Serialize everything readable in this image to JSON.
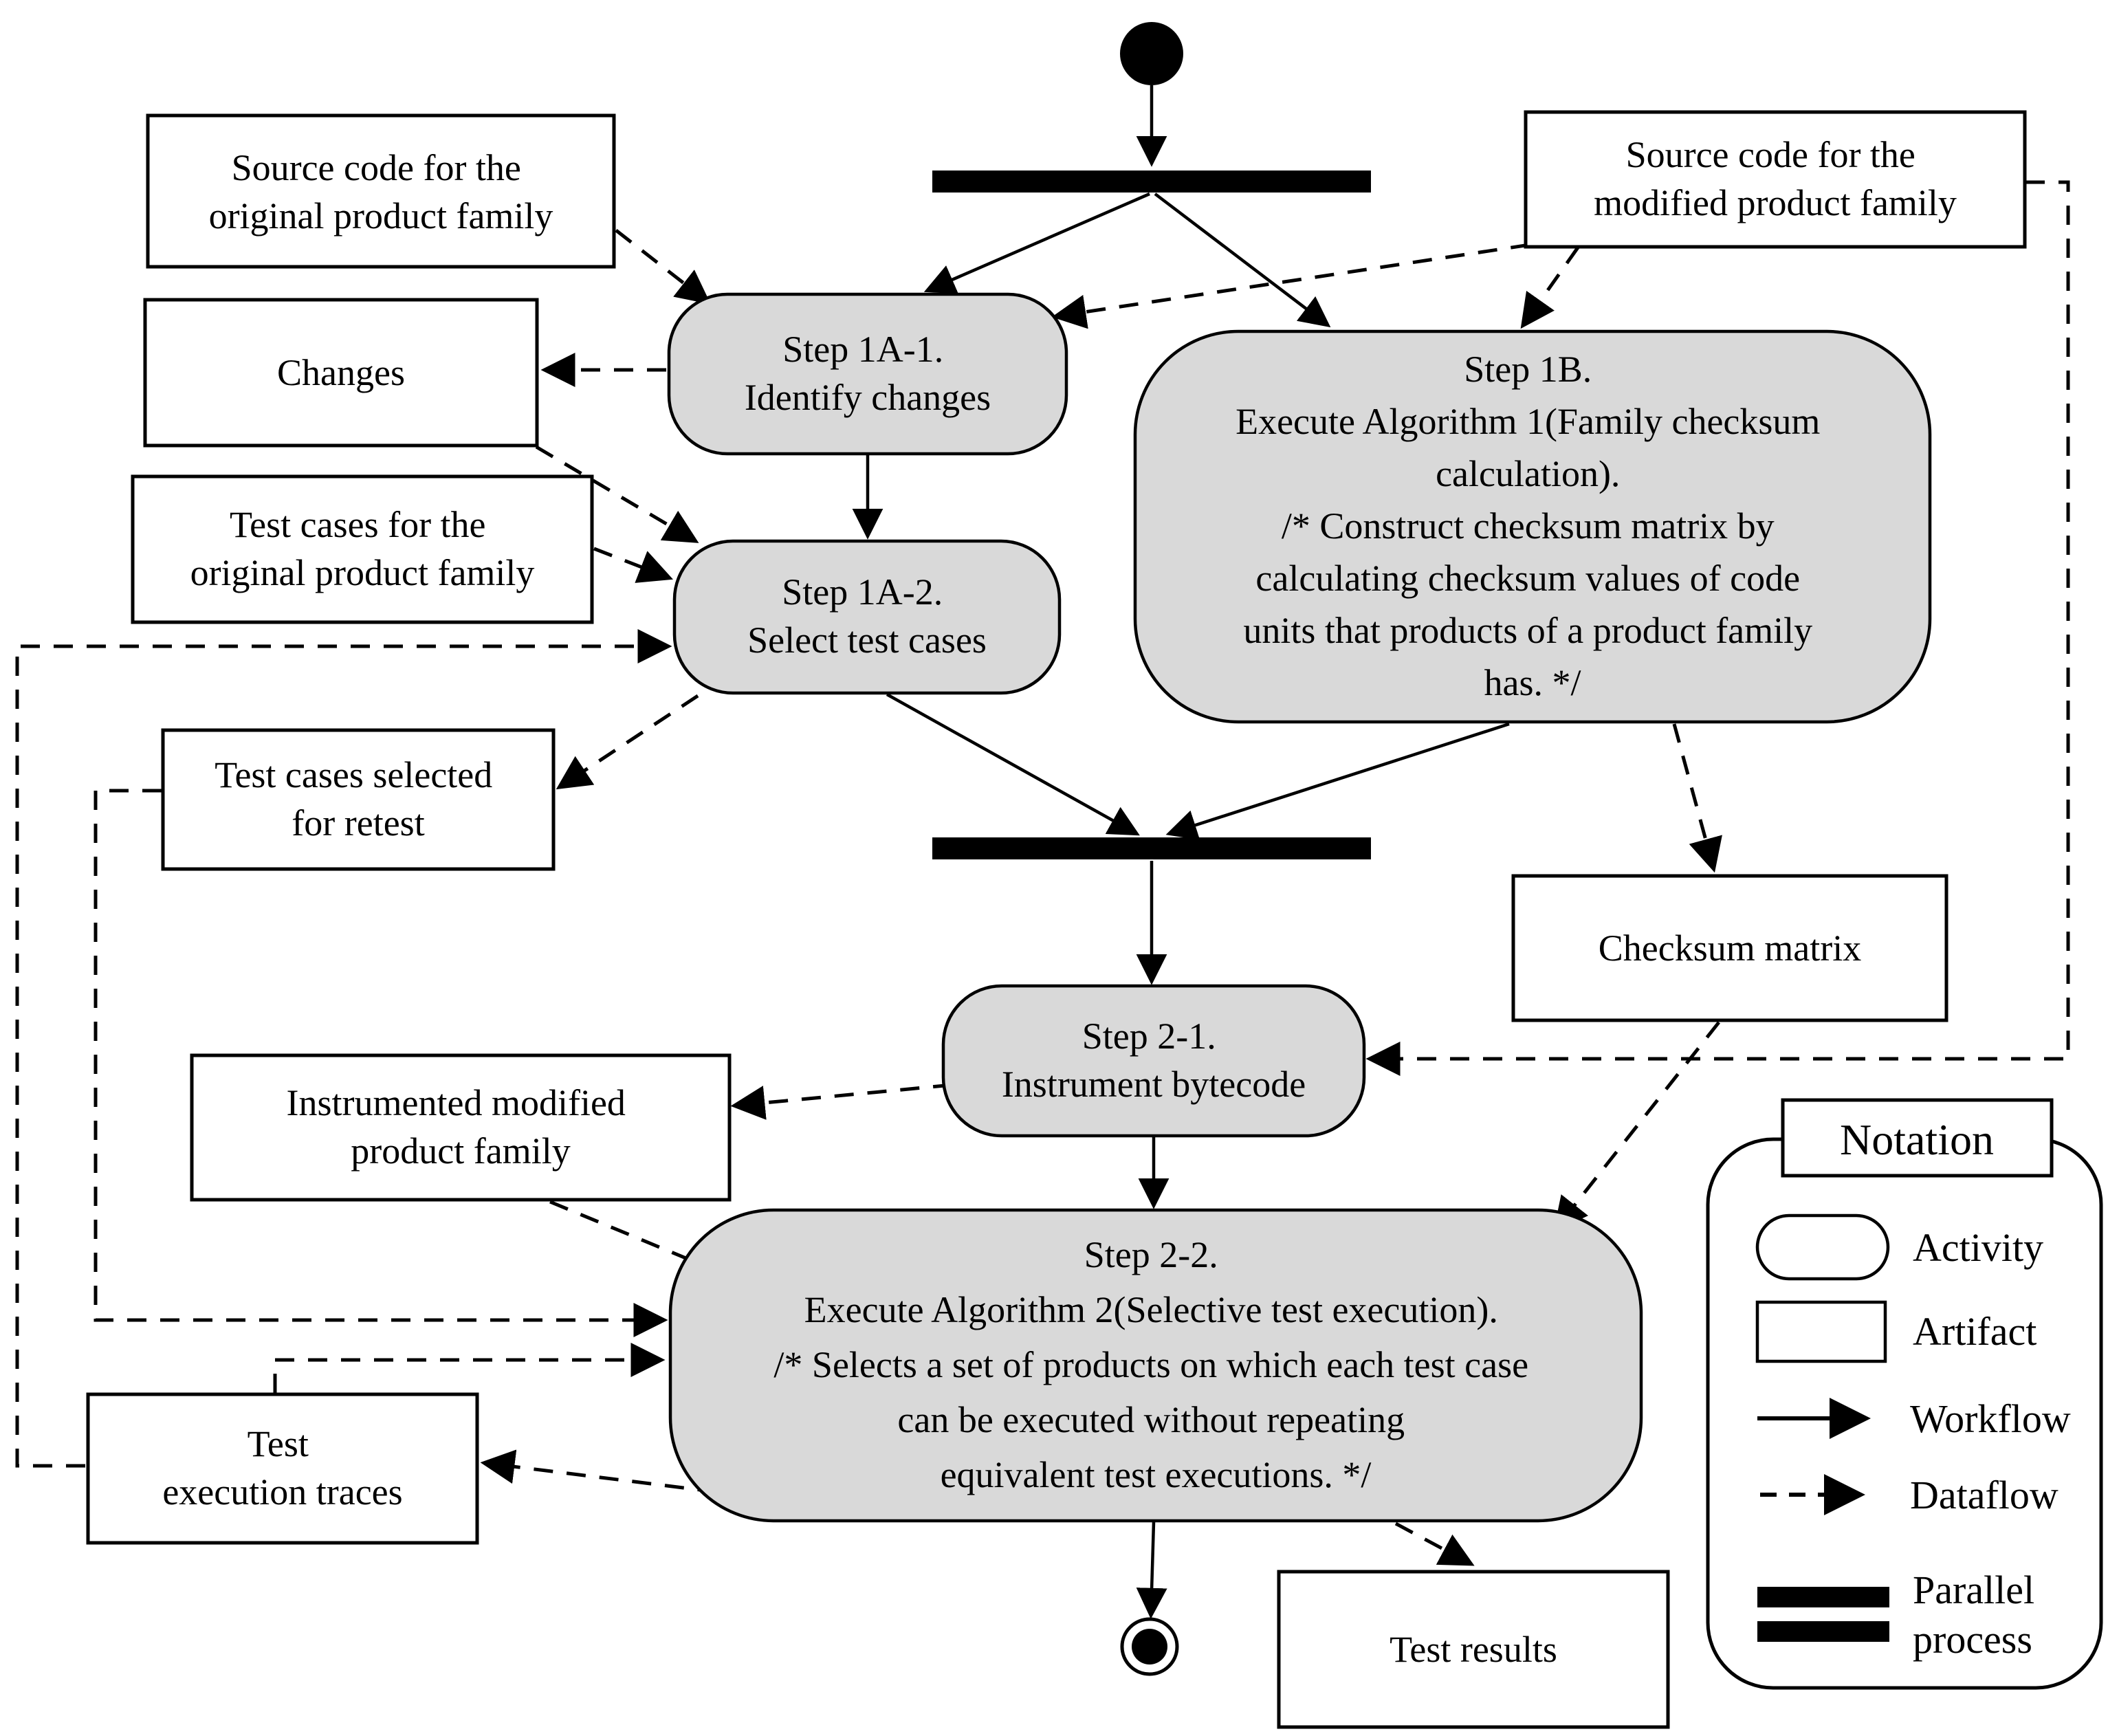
{
  "diagram": {
    "background": "#ffffff",
    "colors": {
      "activity_fill": "#d9d9d9",
      "artifact_fill": "#ffffff",
      "stroke": "#000000",
      "text": "#000000"
    },
    "activities": [
      {
        "id": "step-1a-1",
        "lines": [
          "Step 1A-1.",
          "Identify changes"
        ]
      },
      {
        "id": "step-1b",
        "lines": [
          "Step 1B.",
          "Execute Algorithm 1(Family checksum",
          "calculation).",
          "/* Construct checksum matrix by",
          "calculating checksum values of code",
          "units that products of a product family",
          "has. */"
        ]
      },
      {
        "id": "step-1a-2",
        "lines": [
          "Step 1A-2.",
          "Select test cases"
        ]
      },
      {
        "id": "step-2-1",
        "lines": [
          "Step 2-1.",
          "Instrument bytecode"
        ]
      },
      {
        "id": "step-2-2",
        "lines": [
          "Step 2-2.",
          "Execute Algorithm 2(Selective test execution).",
          "/* Selects a set of products on which each test case",
          "can be executed without repeating",
          "equivalent test executions. */"
        ]
      }
    ],
    "artifacts": [
      {
        "id": "source-code-original",
        "lines": [
          "Source code for the",
          "original product family"
        ]
      },
      {
        "id": "changes",
        "lines": [
          "Changes"
        ]
      },
      {
        "id": "test-cases-original",
        "lines": [
          "Test cases for the",
          "original product family"
        ]
      },
      {
        "id": "test-cases-selected",
        "lines": [
          "Test cases selected",
          "for retest"
        ]
      },
      {
        "id": "source-code-modified",
        "lines": [
          "Source code for the",
          "modified product family"
        ]
      },
      {
        "id": "checksum-matrix",
        "lines": [
          "Checksum matrix"
        ]
      },
      {
        "id": "instrumented-modified",
        "lines": [
          "Instrumented modified",
          "product family"
        ]
      },
      {
        "id": "test-execution-traces",
        "lines": [
          "Test",
          "execution traces"
        ]
      },
      {
        "id": "test-results",
        "lines": [
          "Test results"
        ]
      }
    ],
    "legend": {
      "title": "Notation",
      "items": [
        {
          "label": "Activity"
        },
        {
          "label": "Artifact"
        },
        {
          "label": "Workflow"
        },
        {
          "label": "Dataflow"
        },
        {
          "label": "Parallel",
          "label_line2": "process"
        }
      ]
    }
  }
}
